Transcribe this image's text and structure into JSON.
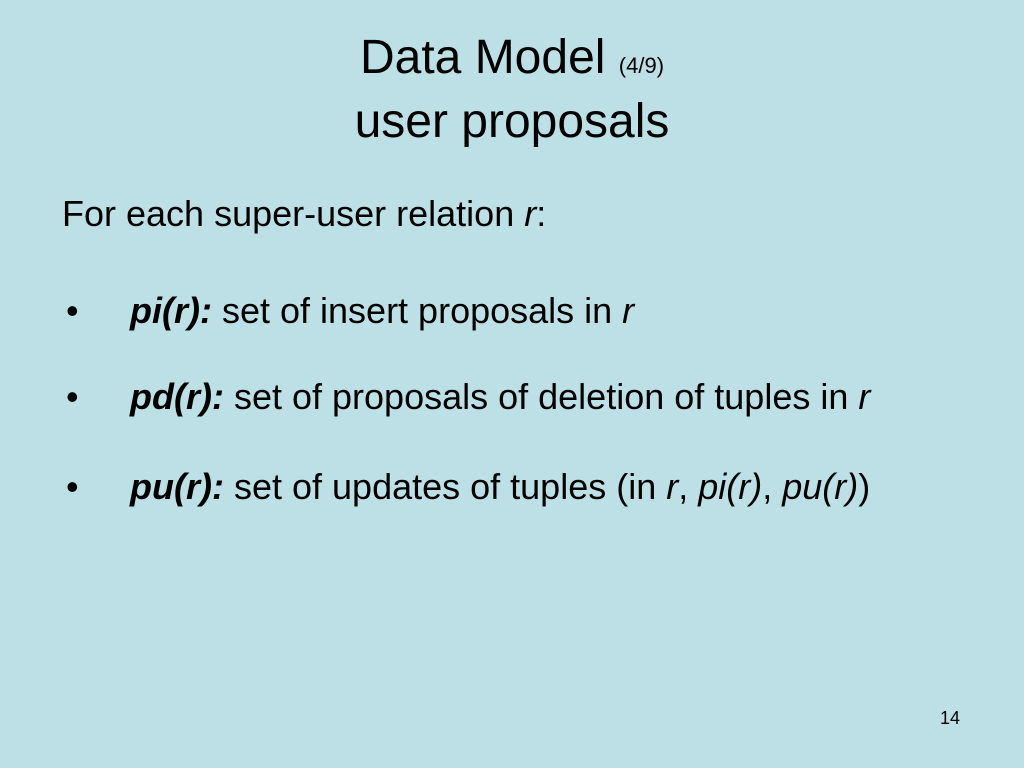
{
  "slide": {
    "title_main": "Data Model",
    "title_counter": "(4/9)",
    "title_sub": "user proposals",
    "intro_text": "For each super-user relation ",
    "intro_var": "r",
    "intro_colon": ":",
    "bullet_symbol": "•",
    "bullets": [
      {
        "term": "pi(r):",
        "text": " set of insert proposals in ",
        "var": "r"
      },
      {
        "term": "pd(r):",
        "text": " set of proposals of deletion of tuples in ",
        "var": "r"
      },
      {
        "term": "pu(r):",
        "text": " set of updates of tuples (in ",
        "var1": "r",
        "sep1": ", ",
        "var2": "pi(r)",
        "sep2": ", ",
        "var3": "pu(r)",
        "close": ")"
      }
    ],
    "page_number": "14",
    "background_color": "#bde0e6"
  }
}
